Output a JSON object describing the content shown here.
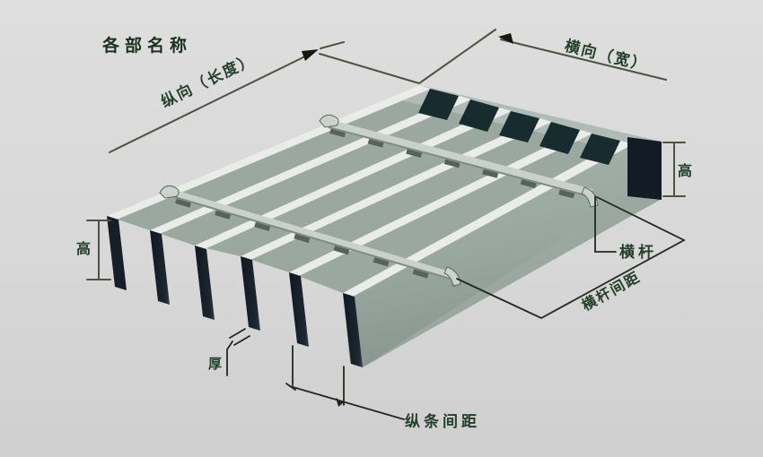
{
  "title": "各部名称",
  "labels": {
    "longitudinal": "纵向（长度）",
    "transverse": "横向（宽）",
    "height_left": "高",
    "height_right": "高",
    "crossbar": "横杆",
    "crossbar_spacing": "横杆间距",
    "thickness": "厚",
    "bar_spacing": "纵条间距"
  },
  "colors": {
    "background": "#d8d8d8",
    "title_text": "#1c3020",
    "label_text": "#24402a",
    "dimension_line": "#4a5440",
    "leader_line": "#23281f",
    "bar_top_highlight": "#e9ece8",
    "bar_side": "#9aa8a0",
    "bar_front_face": "#161f28",
    "edge_opening": "#182b2f",
    "crossbar_light": "#c9d1ca",
    "crossbar_shadow": "#55635a"
  }
}
